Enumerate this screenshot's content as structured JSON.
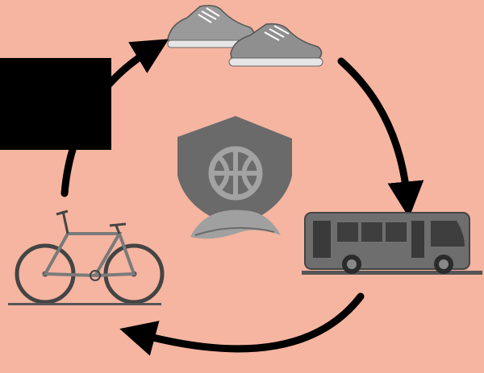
{
  "diagram": {
    "type": "cycle",
    "background_color": "#F5B5A1",
    "arrow_color": "#000000",
    "icon_color": "#777777",
    "nodes": [
      {
        "id": "walking",
        "icon": "sneakers-icon"
      },
      {
        "id": "bus",
        "icon": "bus-icon"
      },
      {
        "id": "bicycle",
        "icon": "bicycle-icon"
      }
    ],
    "center_icon": "shield-wheel-leaf-icon",
    "edges": [
      {
        "from": "walking",
        "to": "bus"
      },
      {
        "from": "bus",
        "to": "bicycle"
      },
      {
        "from": "bicycle",
        "to": "walking"
      }
    ]
  }
}
